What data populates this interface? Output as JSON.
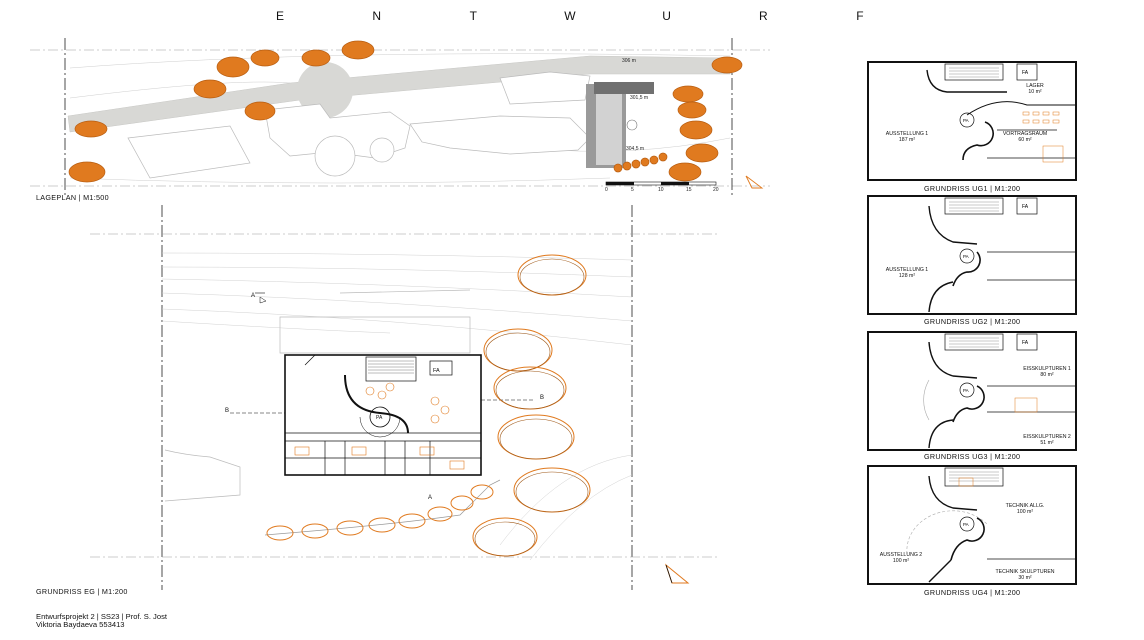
{
  "title_letters": [
    "E",
    "N",
    "T",
    "W",
    "U",
    "R",
    "F"
  ],
  "lageplan": {
    "caption": "LAGEPLAN  |  M1:500",
    "levels": [
      "306 m",
      "301,5 m",
      "304,5 m"
    ],
    "scale_numbers": [
      "0",
      "5",
      "10",
      "15",
      "20"
    ]
  },
  "eg": {
    "caption": "GRUNDRISS EG  |  M1:200",
    "section_a": "A",
    "section_b": "B",
    "fa": "FA",
    "pa": "PA"
  },
  "ug1": {
    "caption": "GRUNDRISS UG1  |  M1:200",
    "fa": "FA",
    "pa": "PA",
    "lager_name": "LAGER",
    "lager_area": "10 m²",
    "ausstellung_name": "AUSSTELLUNG 1",
    "ausstellung_area": "187 m²",
    "vortrag_name": "VORTRAGSRAUM",
    "vortrag_area": "60 m²"
  },
  "ug2": {
    "caption": "GRUNDRISS UG2  |  M1:200",
    "fa": "FA",
    "pa": "PA",
    "ausstellung_name": "AUSSTELLUNG 1",
    "ausstellung_area": "128 m²"
  },
  "ug3": {
    "caption": "GRUNDRISS UG3  |  M1:200",
    "fa": "FA",
    "pa": "PA",
    "eis1_name": "EISSKULPTUREN 1",
    "eis1_area": "80 m²",
    "eis2_name": "EISSKULPTUREN 2",
    "eis2_area": "51 m²"
  },
  "ug4": {
    "caption": "GRUNDRISS UG4  |  M1:200",
    "pa": "PA",
    "technik_name": "TECHNIK ALLG.",
    "technik_area": "100 m²",
    "ausstellung_name": "AUSSTELLUNG 2",
    "ausstellung_area": "100 m²",
    "skulptur_name": "TECHNIK SKULPTUREN",
    "skulptur_area": "30 m²"
  },
  "footer": {
    "line1": "Entwurfsprojekt 2 | SS23 | Prof. S. Jost",
    "line2": "Viktoria Baydaeva 553413"
  },
  "colors": {
    "orange": "#e07a1f",
    "orange_light": "#f4a35a",
    "gray": "#d9d9d6"
  }
}
